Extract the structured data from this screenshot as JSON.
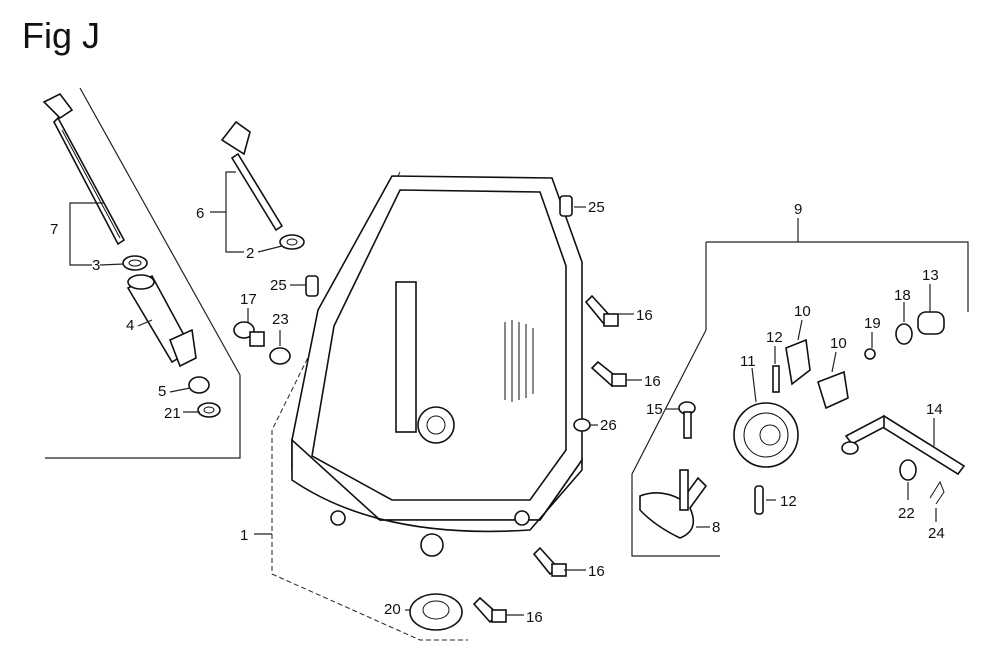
{
  "title": "Fig J",
  "labels": {
    "l1": "1",
    "l2": "2",
    "l3": "3",
    "l4": "4",
    "l5": "5",
    "l6": "6",
    "l7": "7",
    "l8": "8",
    "l9": "9",
    "l10a": "10",
    "l10b": "10",
    "l11": "11",
    "l12a": "12",
    "l12b": "12",
    "l13": "13",
    "l14": "14",
    "l15": "15",
    "l16a": "16",
    "l16b": "16",
    "l16c": "16",
    "l16d": "16",
    "l17": "17",
    "l18": "18",
    "l19": "19",
    "l20": "20",
    "l21": "21",
    "l22": "22",
    "l23": "23",
    "l24": "24",
    "l25a": "25",
    "l25b": "25",
    "l26": "26"
  }
}
